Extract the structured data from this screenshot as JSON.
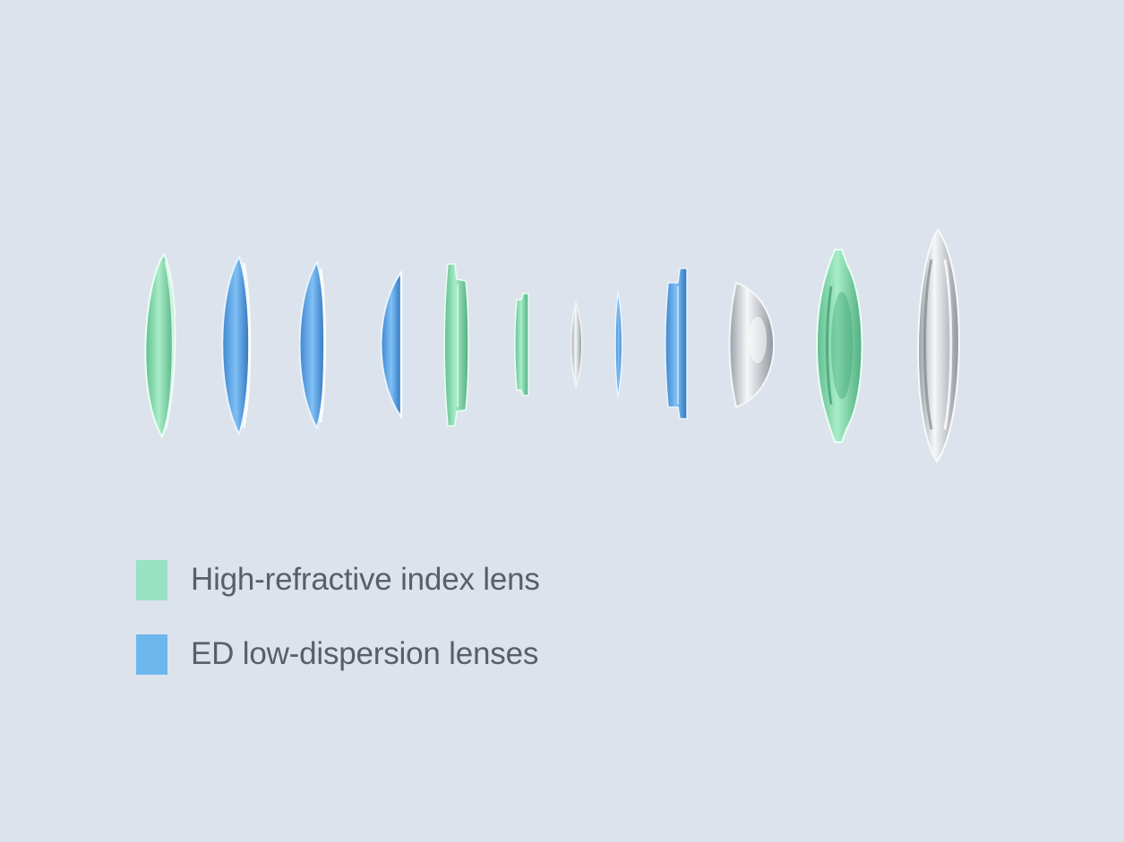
{
  "colors": {
    "background": "#dce3ec",
    "high_refractive": "#98e2c1",
    "ed_low_dispersion": "#6db7ef",
    "neutral_glass": "#c9ccd1"
  },
  "lenses": [
    {
      "type": "high-refractive"
    },
    {
      "type": "ed-low-dispersion"
    },
    {
      "type": "ed-low-dispersion"
    },
    {
      "type": "ed-low-dispersion"
    },
    {
      "type": "high-refractive"
    },
    {
      "type": "high-refractive"
    },
    {
      "type": "standard"
    },
    {
      "type": "ed-low-dispersion"
    },
    {
      "type": "ed-low-dispersion"
    },
    {
      "type": "standard"
    },
    {
      "type": "high-refractive"
    },
    {
      "type": "standard"
    }
  ],
  "legend": [
    {
      "key": "high-refractive",
      "label": "High-refractive index lens",
      "color": "#98e2c1",
      "icon": "green-square"
    },
    {
      "key": "ed-low-dispersion",
      "label": "ED low-dispersion lenses",
      "color": "#6db7ef",
      "icon": "blue-square"
    }
  ]
}
